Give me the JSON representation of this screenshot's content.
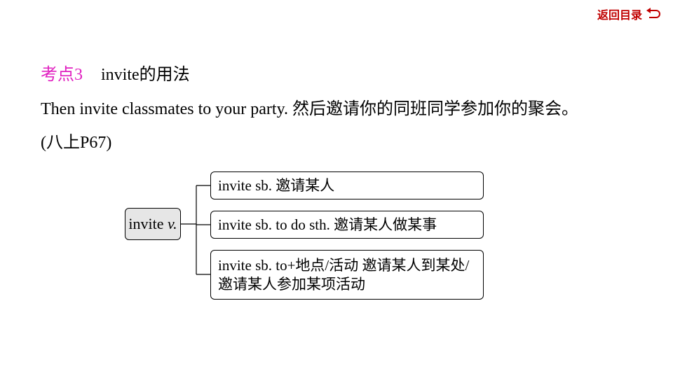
{
  "nav": {
    "back_label": "返回目录",
    "back_icon": "return-arrow-icon",
    "accent_color": "#c00000"
  },
  "heading": {
    "kp_label": "考点3",
    "kp_color": "#e020c0",
    "topic": "invite的用法"
  },
  "example": {
    "sentence": "Then invite classmates to your party. 然后邀请你的同班同学参加你的聚会。",
    "source": "(八上P67)"
  },
  "diagram": {
    "root_word": "invite",
    "root_pos": "v.",
    "branches": [
      {
        "text": "invite sb. 邀请某人"
      },
      {
        "text": "invite sb. to do sth. 邀请某人做某事"
      },
      {
        "text": "invite sb. to+地点/活动  邀请某人到某处/邀请某人参加某项活动"
      }
    ]
  }
}
